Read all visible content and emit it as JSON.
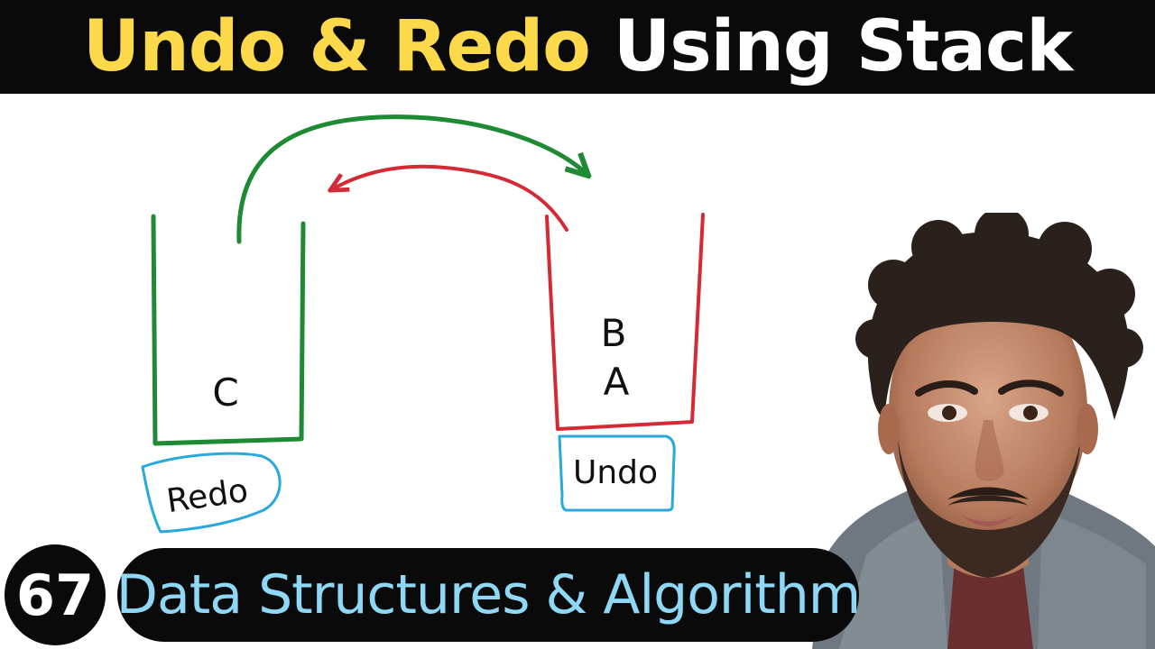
{
  "title": {
    "part_yellow": "Undo & Redo",
    "part_white": "Using Stack"
  },
  "diagram": {
    "redo_stack": {
      "items": [
        "C"
      ],
      "label": "Redo",
      "color": "#1e8a34"
    },
    "undo_stack": {
      "items": [
        "B",
        "A"
      ],
      "label": "Undo",
      "color": "#d42a36"
    },
    "label_box_color": "#29a8dc"
  },
  "footer": {
    "episode_number": "67",
    "series_title": "Data Structures & Algorithm"
  },
  "colors": {
    "title_yellow": "#fcd94a",
    "title_white": "#ffffff",
    "series_text": "#8fd8f5",
    "bar_background": "#0a0a0a"
  }
}
